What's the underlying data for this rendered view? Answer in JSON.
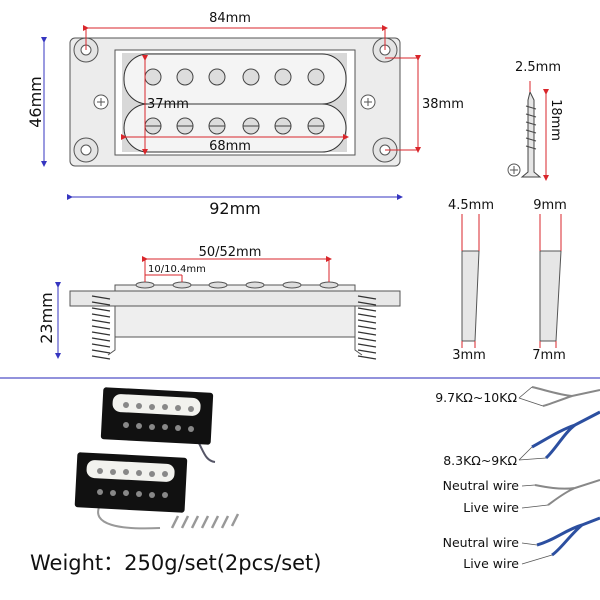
{
  "dimensions": {
    "mounting_hole_spacing": "84mm",
    "ring_height": "46mm",
    "inner_height": "38mm",
    "pickup_height": "37mm",
    "pickup_length": "68mm",
    "ring_length": "92mm",
    "screw_diameter": "2.5mm",
    "screw_length": "18mm",
    "pole_span": "50/52mm",
    "pole_spacing": "10/10.4mm",
    "depth": "23mm",
    "spacer_a_top": "4.5mm",
    "spacer_a_bottom": "3mm",
    "spacer_b_top": "9mm",
    "spacer_b_bottom": "7mm"
  },
  "weight_label": "Weight：250g/set(2pcs/set)",
  "wiring": {
    "resistance_bridge": "9.7KΩ~10KΩ",
    "resistance_neck": "8.3KΩ~9KΩ",
    "labels": [
      {
        "neutral": "Neutral wire",
        "live": "Live wire"
      },
      {
        "neutral": "Neutral wire",
        "live": "Live wire"
      }
    ]
  },
  "colors": {
    "dimension_red": "#d9262b",
    "dimension_blue": "#3535c0",
    "divider": "#6f6fd0"
  }
}
